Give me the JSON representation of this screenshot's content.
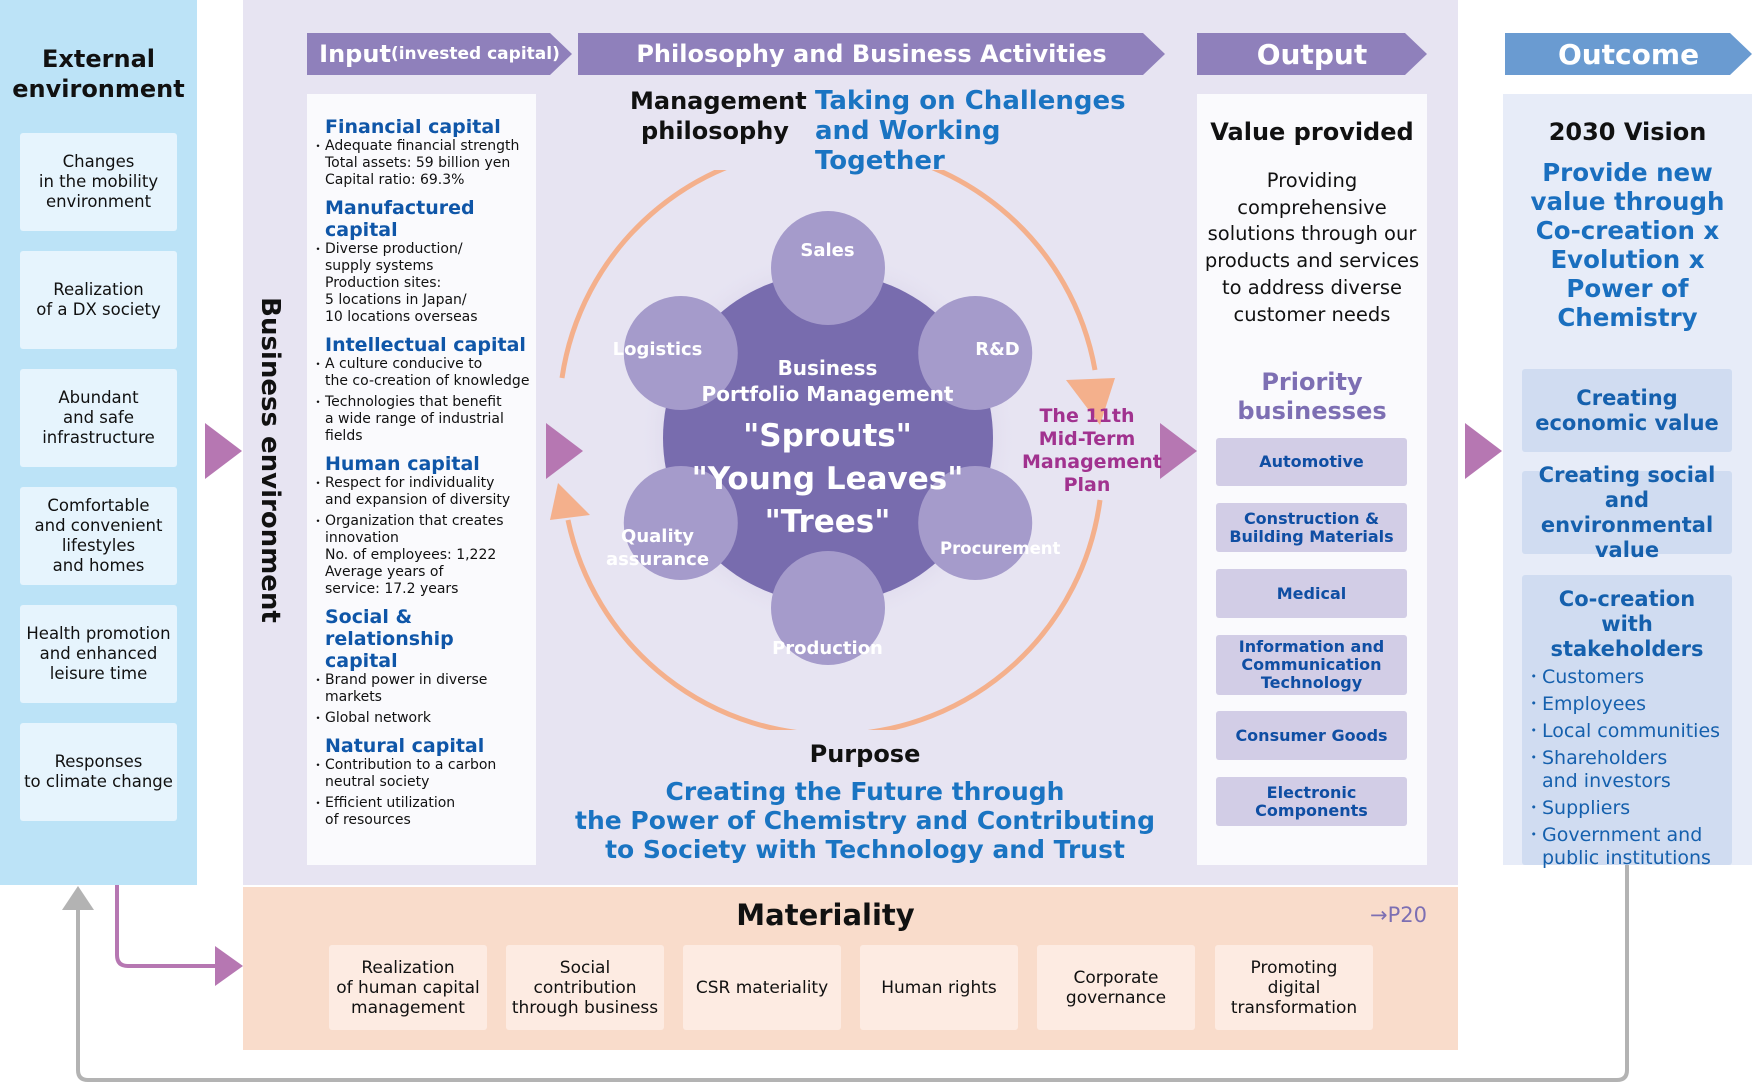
{
  "external": {
    "title": "External\nenvironment",
    "items": [
      "Changes\nin the mobility\nenvironment",
      "Realization\nof a DX society",
      "Abundant\nand safe\ninfrastructure",
      "Comfortable\nand convenient\nlifestyles\nand homes",
      "Health promotion\nand enhanced\nleisure time",
      "Responses\nto climate change"
    ]
  },
  "business_environment_label": "Business environment",
  "headers": {
    "input": "Input",
    "input_sub": "(invested capital)",
    "philosophy": "Philosophy and Business Activities",
    "output": "Output",
    "outcome": "Outcome"
  },
  "input": {
    "capitals": [
      {
        "title": "Financial capital",
        "items": [
          "Adequate financial strength\nTotal assets: 59 billion yen\nCapital ratio: 69.3%"
        ]
      },
      {
        "title": "Manufactured capital",
        "items": [
          "Diverse production/\nsupply systems\nProduction sites:\n5 locations in Japan/\n10 locations overseas"
        ]
      },
      {
        "title": "Intellectual capital",
        "items": [
          "A culture conducive to\nthe co-creation of knowledge",
          "Technologies that benefit\na wide range of industrial\nfields"
        ]
      },
      {
        "title": "Human capital",
        "items": [
          "Respect for individuality\nand expansion of diversity",
          "Organization that creates\ninnovation\nNo. of employees: 1,222\nAverage years of\nservice: 17.2 years"
        ]
      },
      {
        "title": "Social & relationship\ncapital",
        "items": [
          "Brand power in diverse\nmarkets",
          "Global network"
        ]
      },
      {
        "title": "Natural capital",
        "items": [
          "Contribution to a carbon\nneutral society",
          "Efficient utilization\nof resources"
        ]
      }
    ]
  },
  "philosophy": {
    "management_label": "Management\nphilosophy",
    "management_text": "Taking on Challenges\nand Working Together",
    "center_title_1": "Business",
    "center_title_2": "Portfolio Management",
    "center_phrases": [
      "\"Sprouts\"",
      "\"Young Leaves\"",
      "\"Trees\""
    ],
    "activities": [
      "Sales",
      "R&D",
      "Procurement",
      "Production",
      "Quality\nassurance",
      "Logistics"
    ],
    "midterm_plan": "The 11th\nMid-Term\nManagement\nPlan",
    "purpose_label": "Purpose",
    "purpose_text": "Creating the Future through\nthe Power of Chemistry and Contributing\nto Society with Technology and Trust"
  },
  "output": {
    "value_title": "Value provided",
    "value_text": "Providing\ncomprehensive\nsolutions through our\nproducts and services\nto address diverse\ncustomer needs",
    "priority_title": "Priority\nbusinesses",
    "priority_businesses": [
      "Automotive",
      "Construction &\nBuilding Materials",
      "Medical",
      "Information and\nCommunication\nTechnology",
      "Consumer Goods",
      "Electronic\nComponents"
    ]
  },
  "outcome": {
    "vision_title": "2030 Vision",
    "vision_text": "Provide new\nvalue through\nCo-creation x\nEvolution x\nPower of\nChemistry",
    "values": [
      "Creating\neconomic value",
      "Creating social\nand\nenvironmental value"
    ],
    "cocreation_title": "Co-creation\nwith stakeholders",
    "stakeholders": [
      "Customers",
      "Employees",
      "Local communities",
      "Shareholders\nand investors",
      "Suppliers",
      "Government and\npublic institutions"
    ]
  },
  "materiality": {
    "title": "Materiality",
    "page_ref": "→P20",
    "items": [
      "Realization\nof human capital\nmanagement",
      "Social\ncontribution\nthrough business",
      "CSR materiality",
      "Human rights",
      "Corporate\ngovernance",
      "Promoting\ndigital\ntransformation"
    ]
  },
  "colors": {
    "header_purple": "#8f80bb",
    "flow_arrow": "#b677b2",
    "cycle_ring": "#f4b08c",
    "accent_blue": "#1a74c2",
    "midterm_magenta": "#a1328f",
    "center_circle": "#7a6daf",
    "activity_circle": "#a59bcb"
  }
}
